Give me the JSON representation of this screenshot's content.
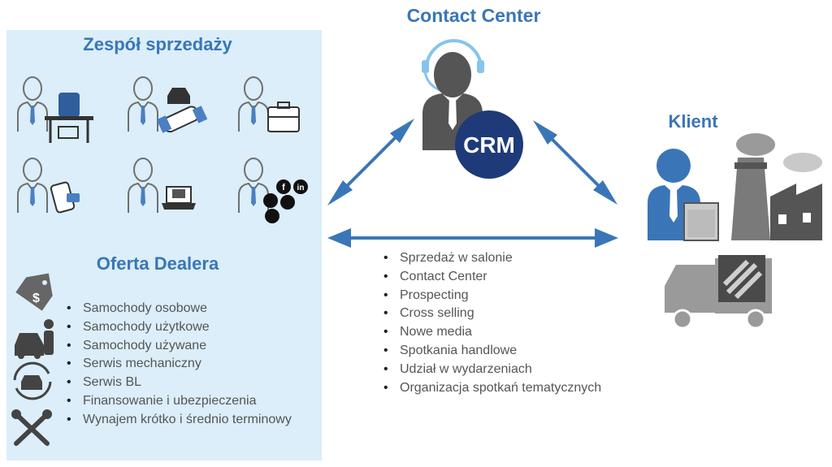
{
  "sales_team": {
    "title": "Zespół sprzedaży",
    "icons": [
      "salesperson-desk-icon",
      "salesperson-handshake-car-icon",
      "salesperson-briefcase-icon",
      "salesperson-phone-icon",
      "salesperson-laptop-icon",
      "salesperson-social-media-icon"
    ]
  },
  "dealer_offer": {
    "title": "Oferta Dealera",
    "icons": [
      "price-tag-icon",
      "car-with-person-icon",
      "car-service-icon",
      "wrench-tools-icon"
    ],
    "items": [
      "Samochody osobowe",
      "Samochody użytkowe",
      "Samochody używane",
      "Serwis mechaniczny",
      "Serwis BL",
      "Finansowanie i ubezpieczenia",
      "Wynajem krótko i średnio terminowy"
    ]
  },
  "contact_center": {
    "title": "Contact Center",
    "crm_label": "CRM"
  },
  "client": {
    "title": "Klient",
    "icons": [
      "client-person-icon",
      "factory-icon",
      "truck-icon"
    ]
  },
  "channels": {
    "items": [
      "Sprzedaż w salonie",
      "Contact Center",
      "Prospecting",
      "Cross selling",
      "Nowe media",
      "Spotkania handlowe",
      "Udział w wydarzeniach",
      "Organizacja spotkań tematycznych"
    ]
  },
  "colors": {
    "accent_blue": "#3a76b7",
    "crm_navy": "#1f3a78",
    "panel_bg": "#dbeef9",
    "icon_grey": "#6f6f6f",
    "arrow_blue": "#3a76b7"
  }
}
